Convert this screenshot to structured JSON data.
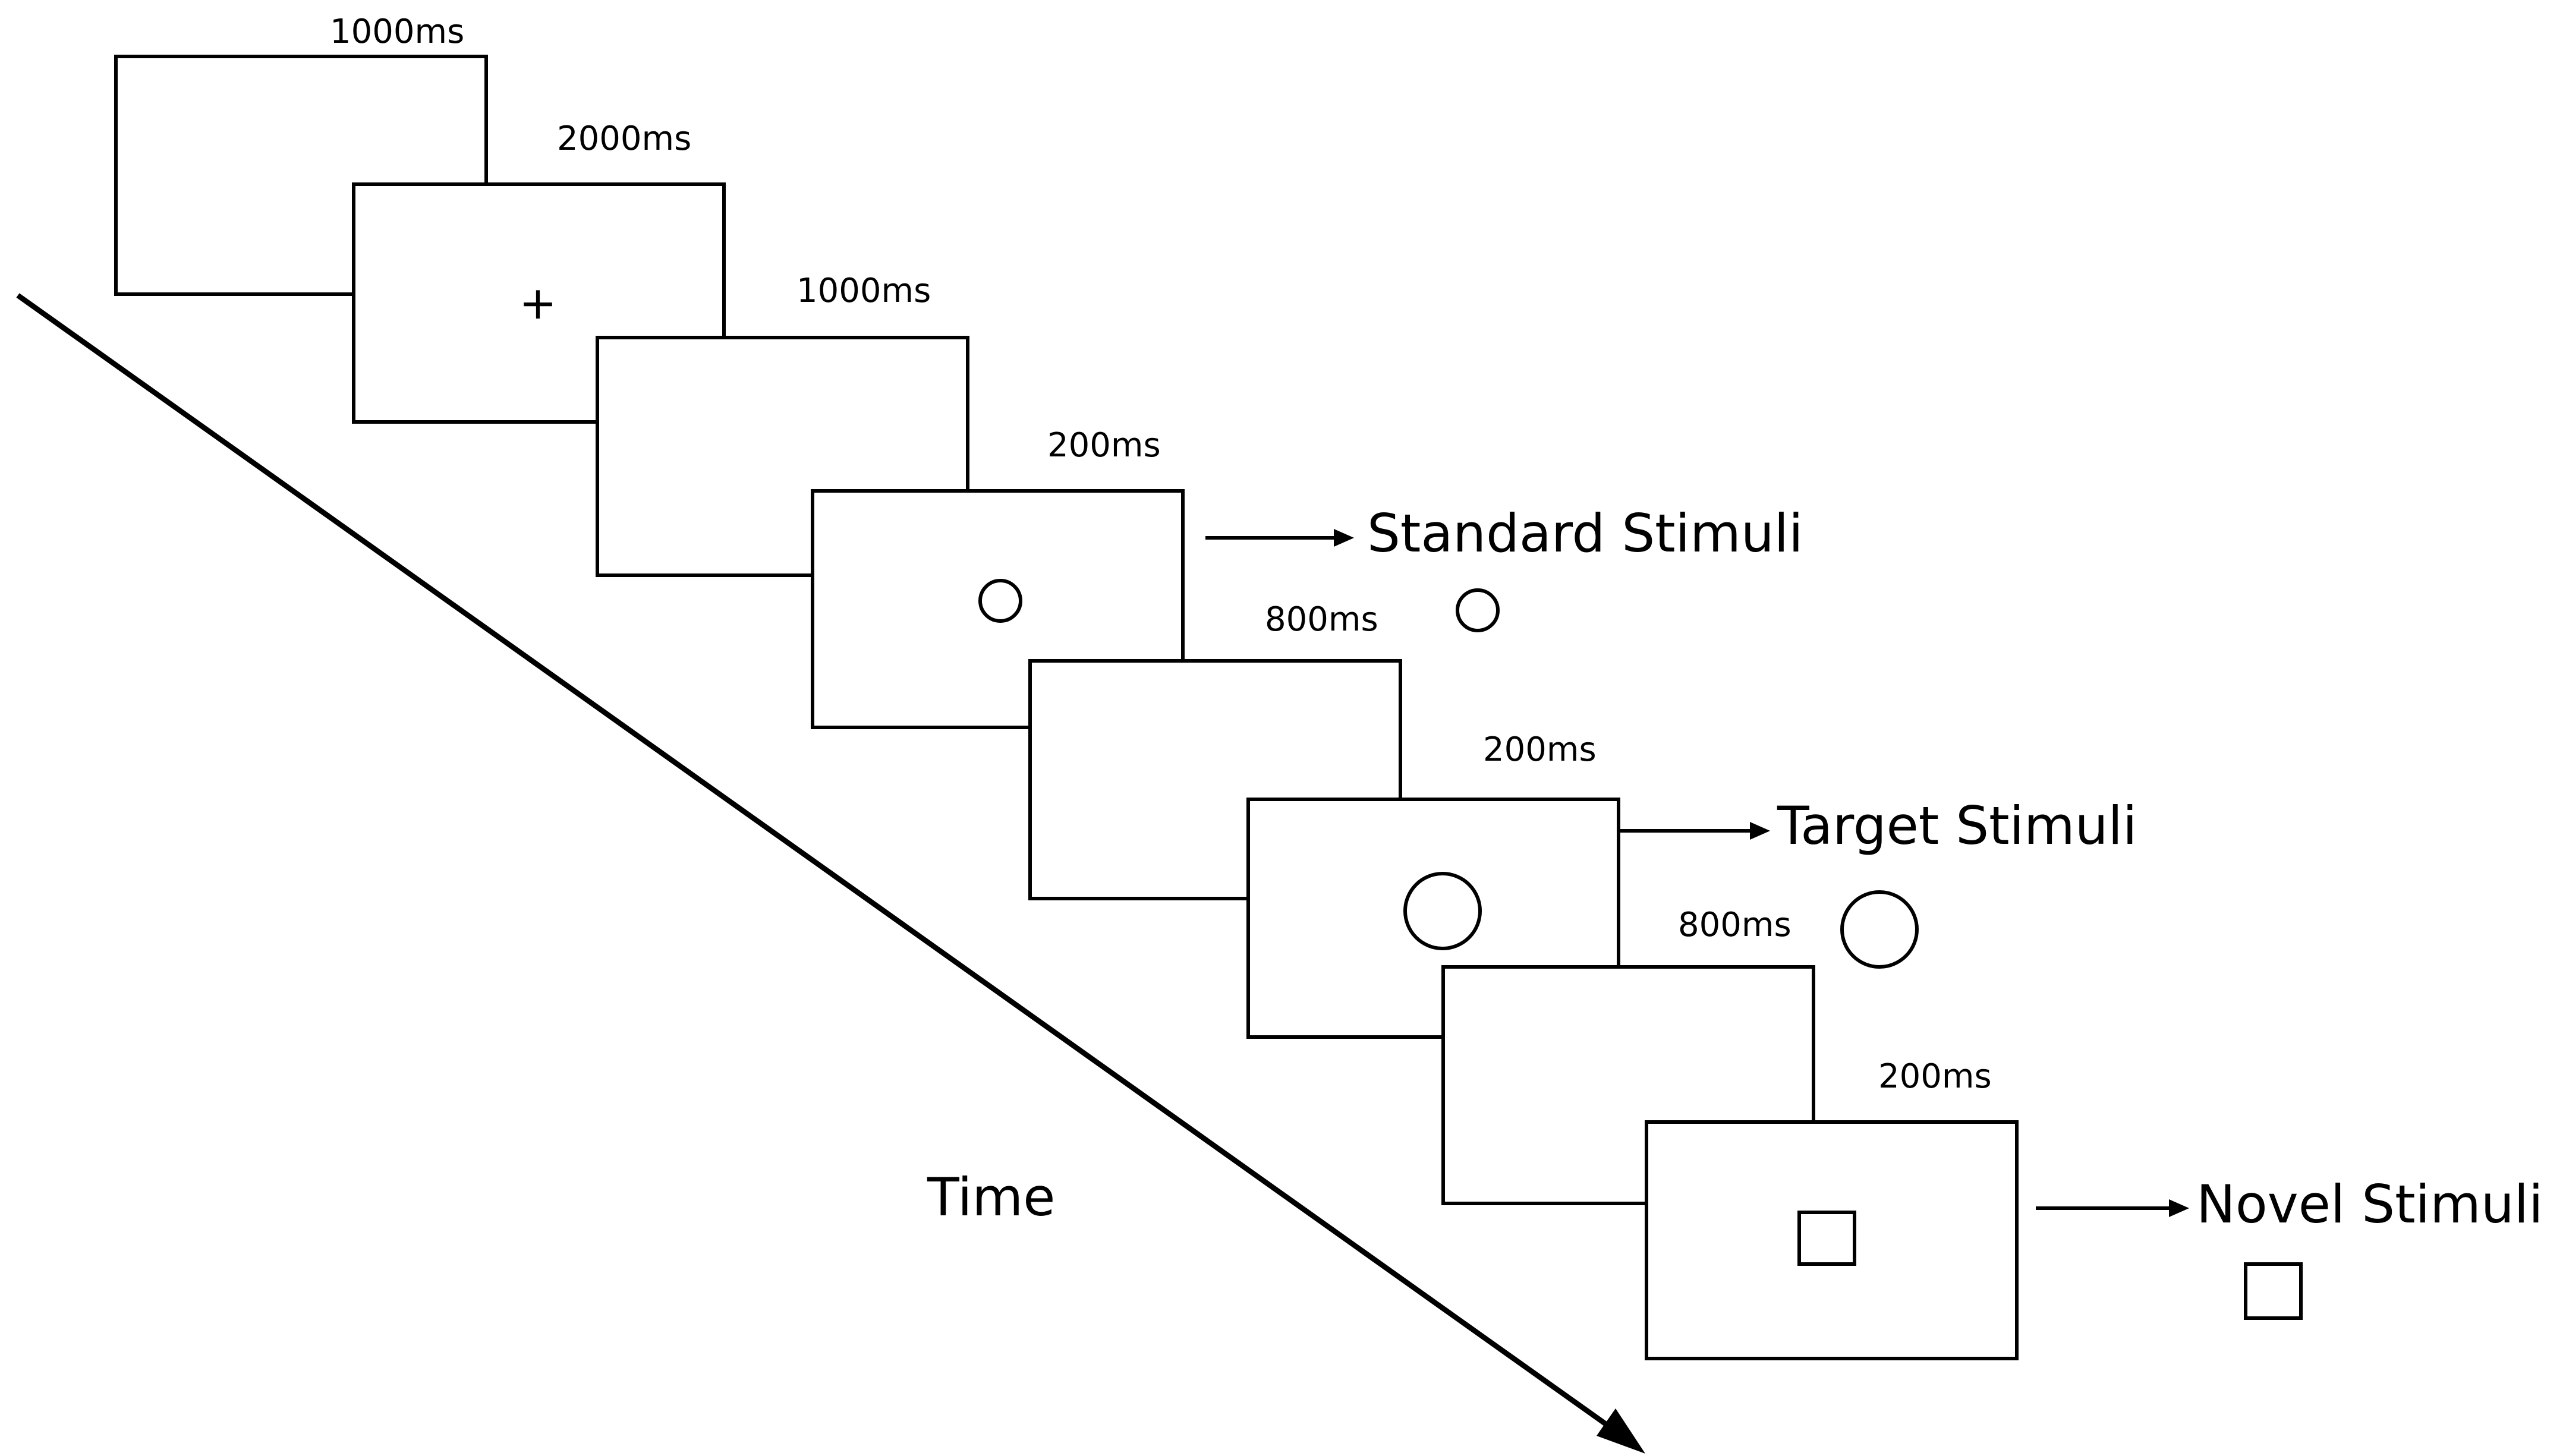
{
  "timings": {
    "frame1": "1000ms",
    "frame2": "2000ms",
    "frame3": "1000ms",
    "frame4": "200ms",
    "frame5": "800ms",
    "frame6": "200ms",
    "frame7": "800ms",
    "frame8": "200ms"
  },
  "fixation_symbol": "+",
  "stimuli": {
    "standard": "Standard Stimuli",
    "target": "Target Stimuli",
    "novel": "Novel Stimuli"
  },
  "time_axis_label": "Time",
  "colors": {
    "stroke": "#000000",
    "background": "#ffffff"
  }
}
